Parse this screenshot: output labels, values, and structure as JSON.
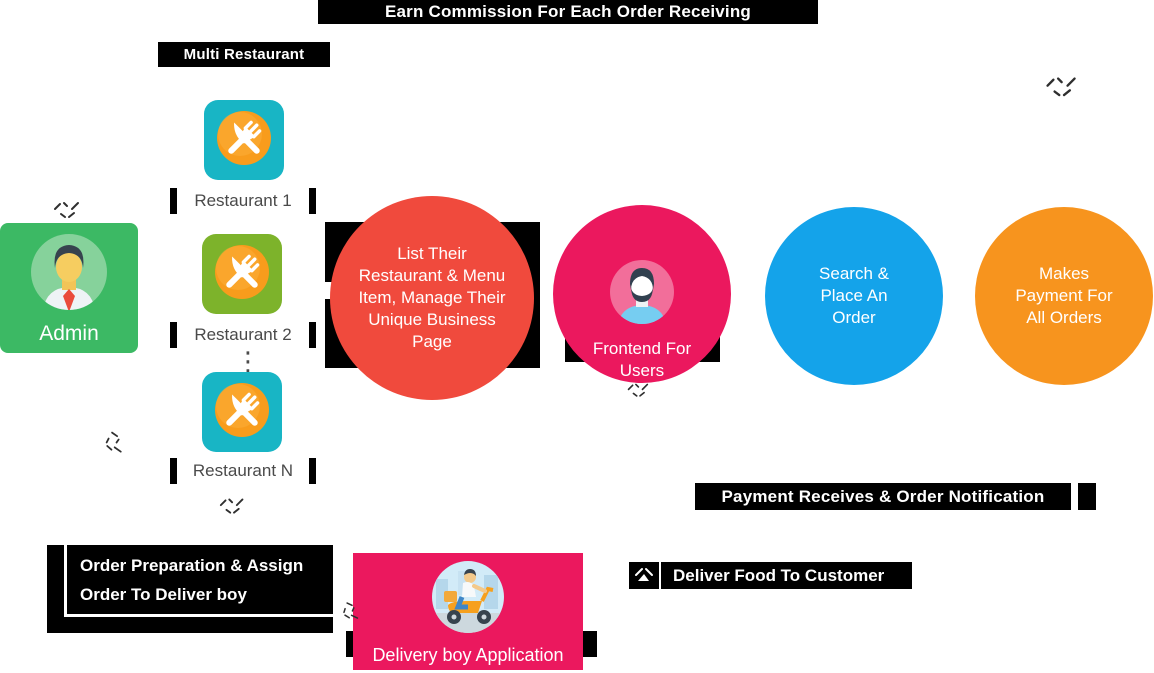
{
  "banners": {
    "earn_commission": "Earn Commission For Each Order Receiving",
    "multi_restaurant": "Multi Restaurant",
    "payment_receives": "Payment Receives & Order Notification",
    "order_preparation": "Order Preparation & Assign\nOrder To Deliver boy",
    "deliver_food": "Deliver Food To Customer"
  },
  "admin": {
    "label": "Admin"
  },
  "restaurants": [
    {
      "label": "Restaurant 1",
      "icon_bg": "#18b5c5"
    },
    {
      "label": "Restaurant 2",
      "icon_bg": "#7db32b"
    },
    {
      "label": "Restaurant N",
      "icon_bg": "#18b5c5"
    }
  ],
  "restaurant_list_ellipsis": "⋮",
  "circles": [
    {
      "name": "restaurant-owner-tasks",
      "text": "List Their\nRestaurant & Menu\nItem, Manage Their\nUnique Business\nPage",
      "color": "#f04a3d"
    },
    {
      "name": "frontend-for-users",
      "text": "Frontend For\nUsers",
      "color": "#eb185e"
    },
    {
      "name": "search-place-order",
      "text": "Search &\nPlace An\nOrder",
      "color": "#14a3ea"
    },
    {
      "name": "makes-payment",
      "text": "Makes\nPayment For\nAll Orders",
      "color": "#f7941e"
    }
  ],
  "delivery_app": {
    "label": "Delivery boy Application",
    "color": "#eb185e"
  },
  "icons": {
    "restaurant": "crossed-knife-fork-icon",
    "admin_avatar": "male-admin-avatar",
    "user_avatar": "bearded-user-avatar",
    "delivery": "delivery-scooter-illustration",
    "artifacts": "scatter-dash-marks"
  },
  "colors": {
    "banner_bg": "#000000",
    "admin_green": "#3cb964",
    "icon_teal": "#18b5c5",
    "icon_green": "#7db32b",
    "icon_orange": "#f89c1c",
    "circle_red": "#f04a3d",
    "circle_pink": "#eb185e",
    "circle_blue": "#14a3ea",
    "circle_orange": "#f7941e",
    "label_text": "#4a4a4a"
  }
}
